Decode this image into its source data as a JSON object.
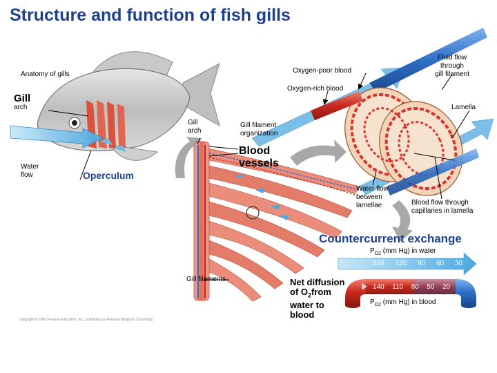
{
  "title": "Structure and function of fish gills",
  "labels": {
    "anatomy": "Anatomy of gills",
    "gill": "Gill",
    "arch": "arch",
    "water_flow": "Water\nflow",
    "operculum": "Operculum",
    "gill_arch": "Gill\narch",
    "filament_org": "Gill filament\norganization",
    "blood_vessels": "Blood\nvessels",
    "oxygen_poor": "Oxygen-poor blood",
    "oxygen_rich": "Oxygen-rich blood",
    "fluid_flow": "Fluid flow\nthrough\ngill filament",
    "lamella": "Lamella",
    "water_between": "Water flow\nbetween\nlamellae",
    "blood_capillaries": "Blood flow through\ncapillaries in lamella",
    "countercurrent": "Countercurrent exchange",
    "po2_water": "(mm Hg) in water",
    "po2_blood": "(mm Hg) in blood",
    "po2_symbol": "P",
    "po2_sub": "O2",
    "gill_filaments": "Gill filaments",
    "net_diffusion_1": "Net diffusion",
    "net_diffusion_2": "of O",
    "net_diffusion_2b": "2",
    "net_diffusion_2c": "from",
    "net_diffusion_3": "water to",
    "net_diffusion_4": "blood",
    "copyright": "Copyright © 2008 Pearson Education, Inc., publishing as Pearson Benjamin Cummings."
  },
  "water_values": [
    "150",
    "120",
    "90",
    "60",
    "30"
  ],
  "blood_values": [
    "140",
    "110",
    "80",
    "50",
    "20"
  ],
  "colors": {
    "title": "#1f3f8f",
    "water_arrow": "#4aa8e0",
    "blood_red": "#d9342b",
    "blood_blue": "#2e6fc7",
    "filament": "#e8806e"
  }
}
